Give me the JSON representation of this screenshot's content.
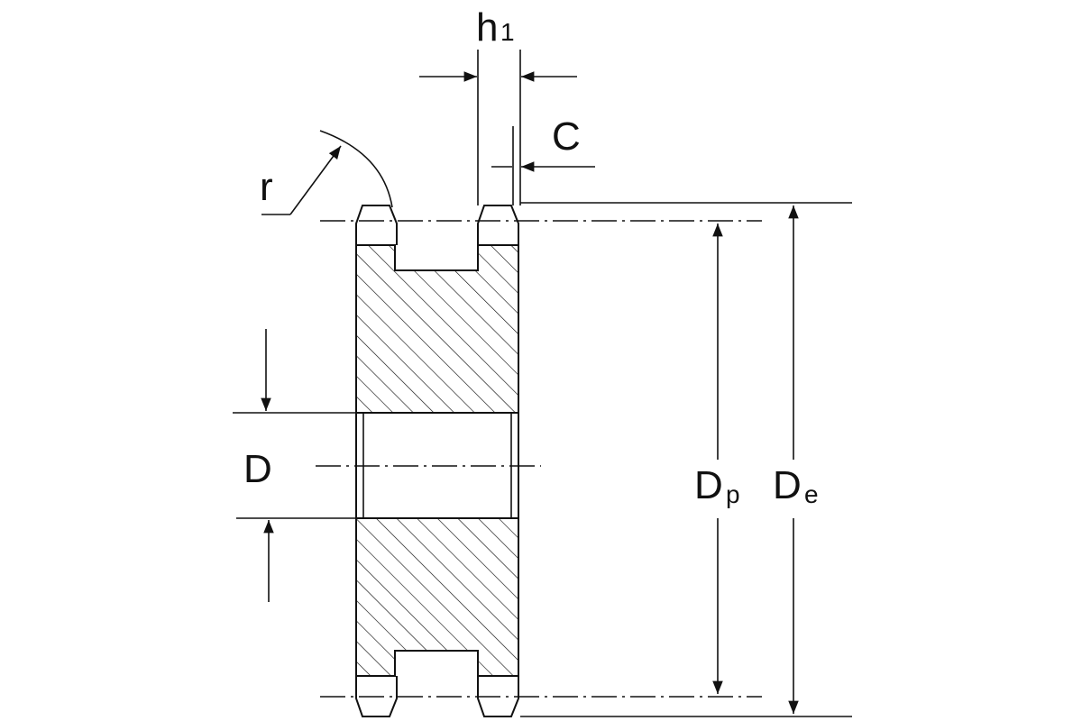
{
  "labels": {
    "h_main": "h",
    "h_sub": "1",
    "c": "C",
    "r": "r",
    "d": "D",
    "dp_main": "D",
    "dp_sub": "p",
    "de_main": "D",
    "de_sub": "e"
  }
}
